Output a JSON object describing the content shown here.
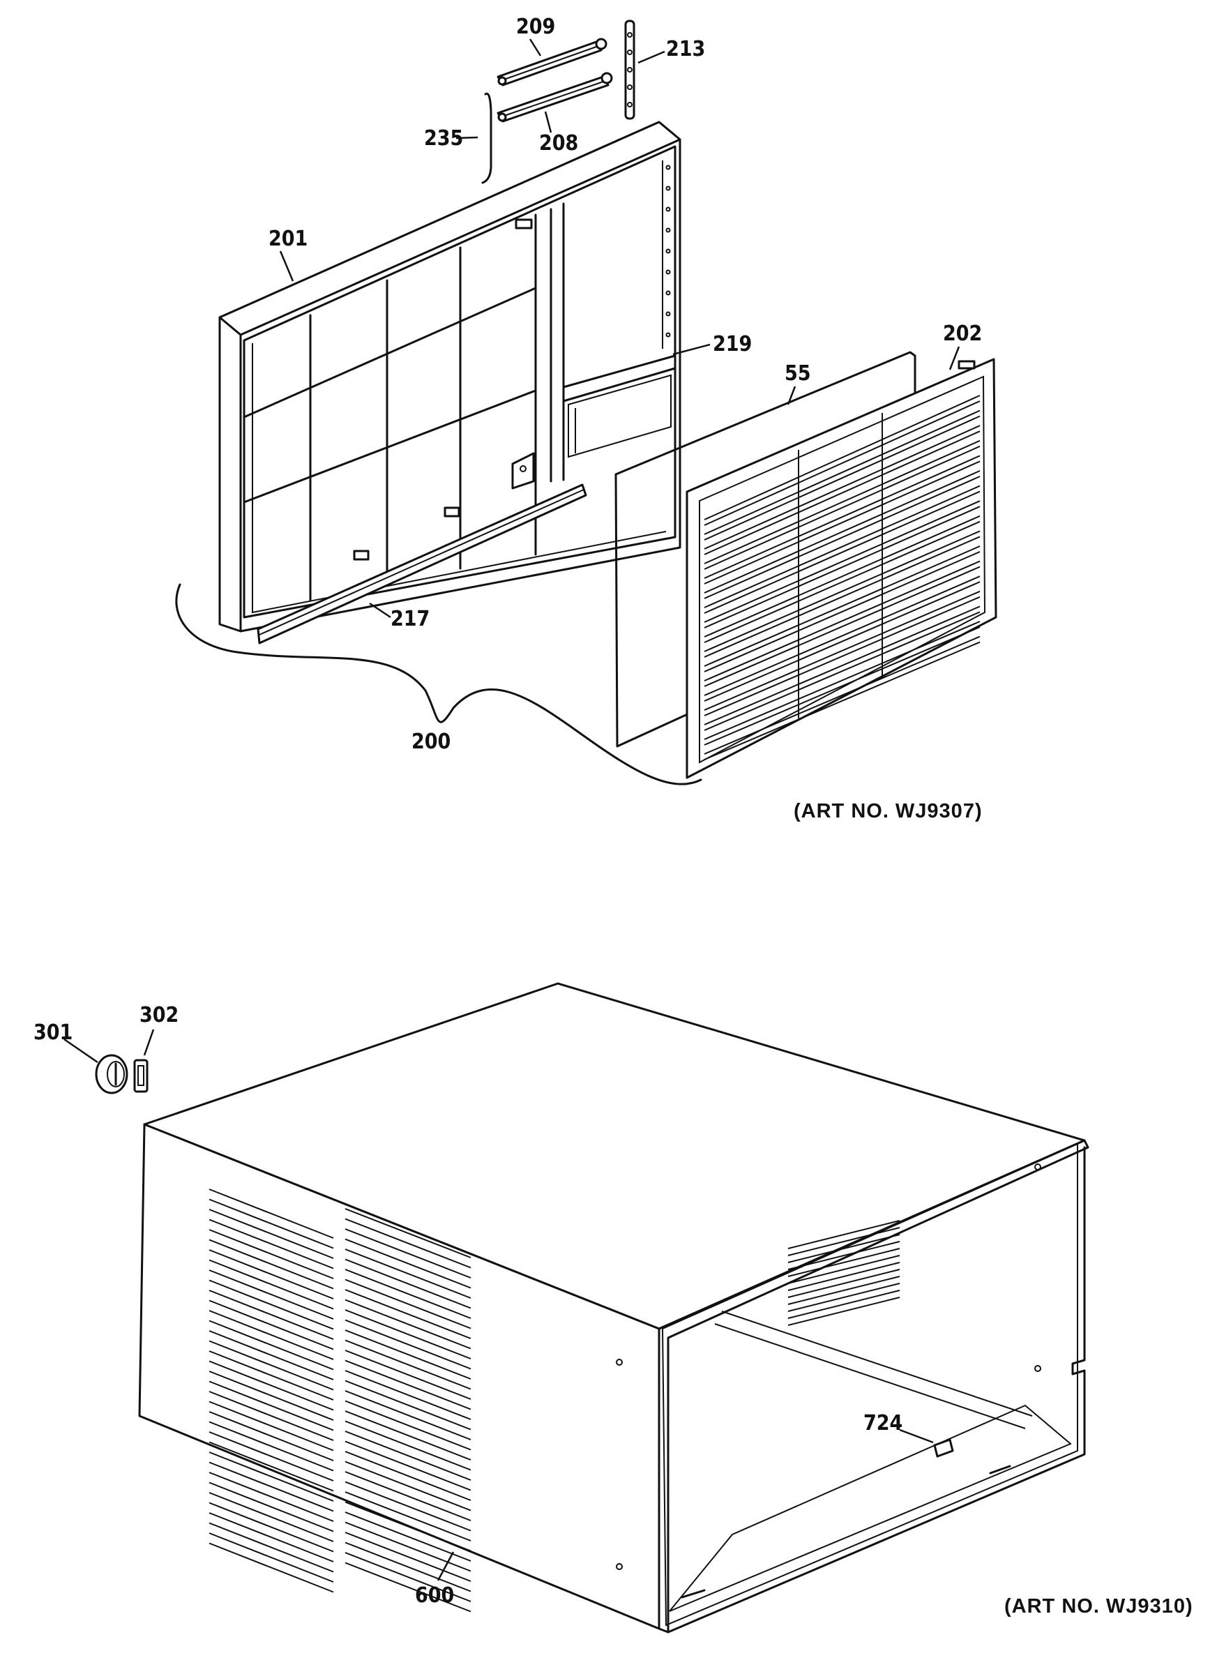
{
  "callouts": {
    "c209": "209",
    "c213": "213",
    "c208": "208",
    "c235": "235",
    "c201": "201",
    "c219": "219",
    "c202": "202",
    "c55": "55",
    "c217": "217",
    "c200": "200",
    "c301": "301",
    "c302": "302",
    "c724": "724",
    "c600": "600"
  },
  "art_numbers": {
    "top": "(ART NO. WJ9307)",
    "bottom": "(ART NO. WJ9310)"
  },
  "colors": {
    "ink": "#111111",
    "paper": "#ffffff"
  }
}
